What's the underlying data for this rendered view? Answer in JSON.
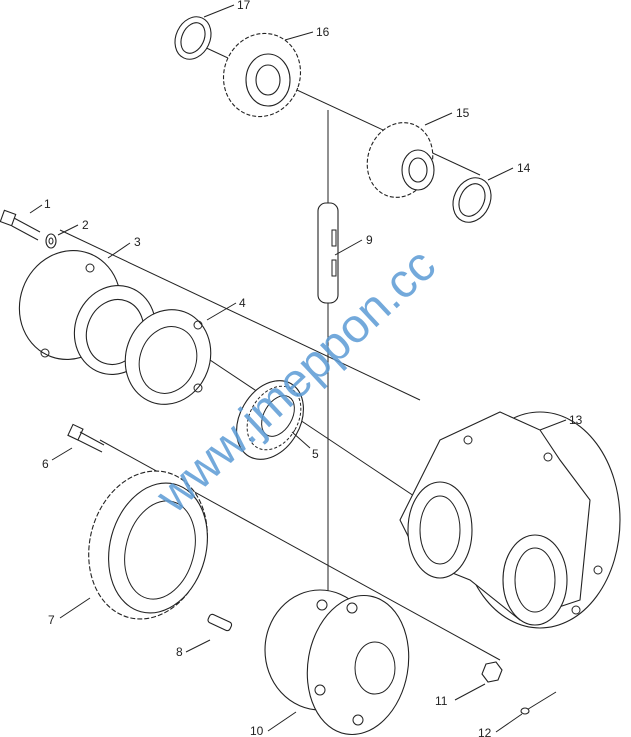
{
  "diagram": {
    "type": "exploded-parts-view",
    "callouts": [
      "1",
      "2",
      "3",
      "4",
      "5",
      "6",
      "7",
      "8",
      "9",
      "10",
      "11",
      "12",
      "13",
      "14",
      "15",
      "16",
      "17"
    ]
  },
  "watermark": "www.jmeppon.cc",
  "colors": {
    "line": "#222222",
    "watermark": "#5b9bd5"
  }
}
